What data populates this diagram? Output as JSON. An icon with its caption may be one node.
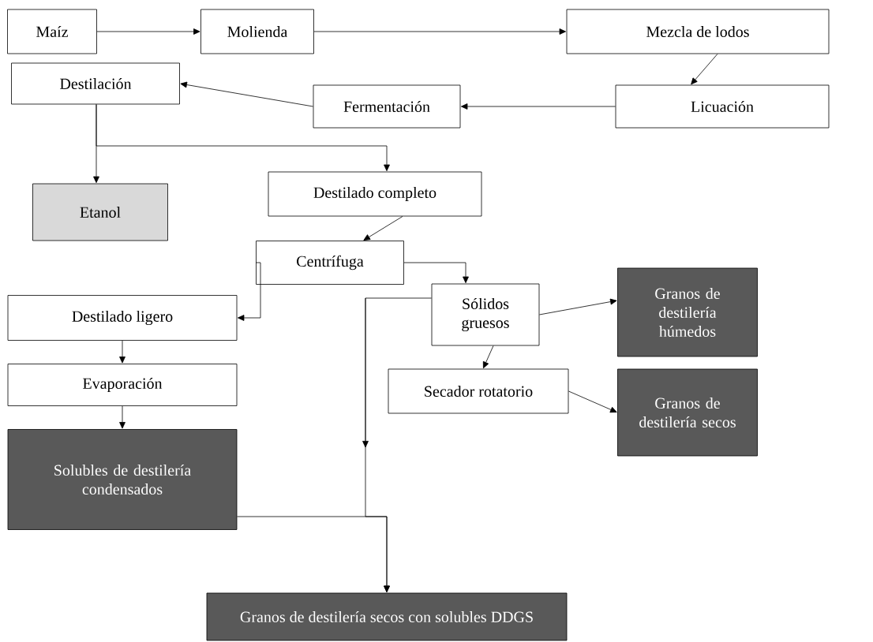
{
  "diagram": {
    "nodes": [
      {
        "text": [
          "Maíz"
        ]
      },
      {
        "text": [
          "Molienda"
        ]
      },
      {
        "text": [
          "Mezcla de lodos"
        ]
      },
      {
        "text": [
          "Licuación"
        ]
      },
      {
        "text": [
          "Fermentación"
        ]
      },
      {
        "text": [
          "Destilación"
        ]
      },
      {
        "text": [
          "Etanol"
        ]
      },
      {
        "text": [
          "Destilado completo"
        ]
      },
      {
        "text": [
          "Centrífuga"
        ]
      },
      {
        "text": [
          "Destilado ligero"
        ]
      },
      {
        "text": [
          "Evaporación"
        ]
      },
      {
        "text": [
          "Sólidos gruesos"
        ]
      },
      {
        "text": [
          "Granos de destilería húmedos"
        ]
      },
      {
        "text": [
          "Secador rotatorio"
        ]
      },
      {
        "text": [
          "Granos de destilería secos"
        ]
      },
      {
        "text": [
          "Solubles de destilería condensados"
        ]
      },
      {
        "text": [
          "Granos de destilería secos con solubles DDGS"
        ]
      }
    ],
    "edges": [
      {
        "from": 0,
        "to": 1,
        "arrow": "to"
      },
      {
        "from": 1,
        "to": 2,
        "arrow": "to"
      },
      {
        "from": 2,
        "to": 3,
        "arrow": "to"
      },
      {
        "from": 3,
        "to": 4,
        "arrow": "to"
      },
      {
        "from": 4,
        "to": 5,
        "arrow": "to"
      },
      {
        "from": 5,
        "to": 6,
        "arrow": "to"
      },
      {
        "from": 5,
        "to": 7,
        "arrow": "to"
      },
      {
        "from": 7,
        "to": 8,
        "arrow": "to"
      },
      {
        "from": 8,
        "to": 9,
        "arrow": "to"
      },
      {
        "from": 8,
        "to": 11,
        "arrow": "to"
      },
      {
        "from": 9,
        "to": 10,
        "arrow": "to"
      },
      {
        "from": 10,
        "to": 15,
        "arrow": "to"
      },
      {
        "from": 11,
        "to": 12,
        "arrow": "to"
      },
      {
        "from": 11,
        "to": 13,
        "arrow": "to"
      },
      {
        "from": 13,
        "to": 14,
        "arrow": "to"
      },
      {
        "from": 15,
        "to": 16,
        "arrow": "to"
      },
      {
        "from": 11,
        "to": 16,
        "arrow": "to"
      }
    ]
  }
}
